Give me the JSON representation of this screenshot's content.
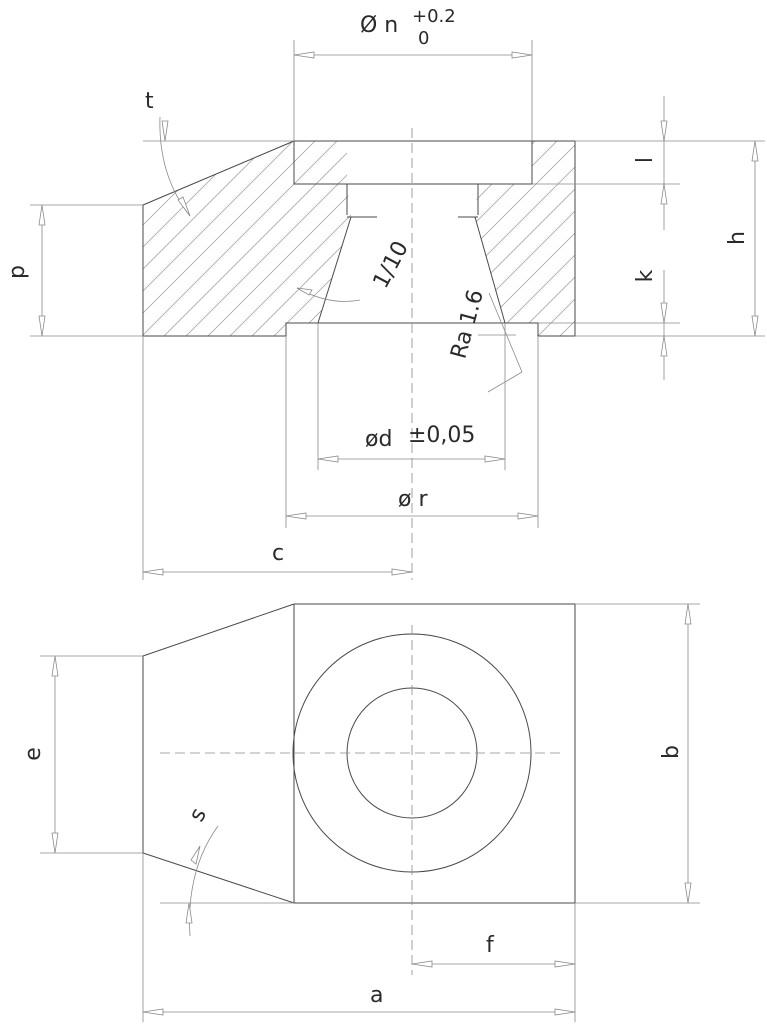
{
  "labels": {
    "n_dim": "Ø n",
    "n_tol_upper": "+0.2",
    "n_tol_lower": "0",
    "t": "t",
    "p": "p",
    "l": "l",
    "h": "h",
    "k": "k",
    "taper": "1/10",
    "roughness": "Ra 1.6",
    "d_dim": "ød",
    "d_tol": "±0,05",
    "r_dim": "ø r",
    "c": "c",
    "e": "e",
    "b": "b",
    "s": "s",
    "f": "f",
    "a": "a"
  }
}
